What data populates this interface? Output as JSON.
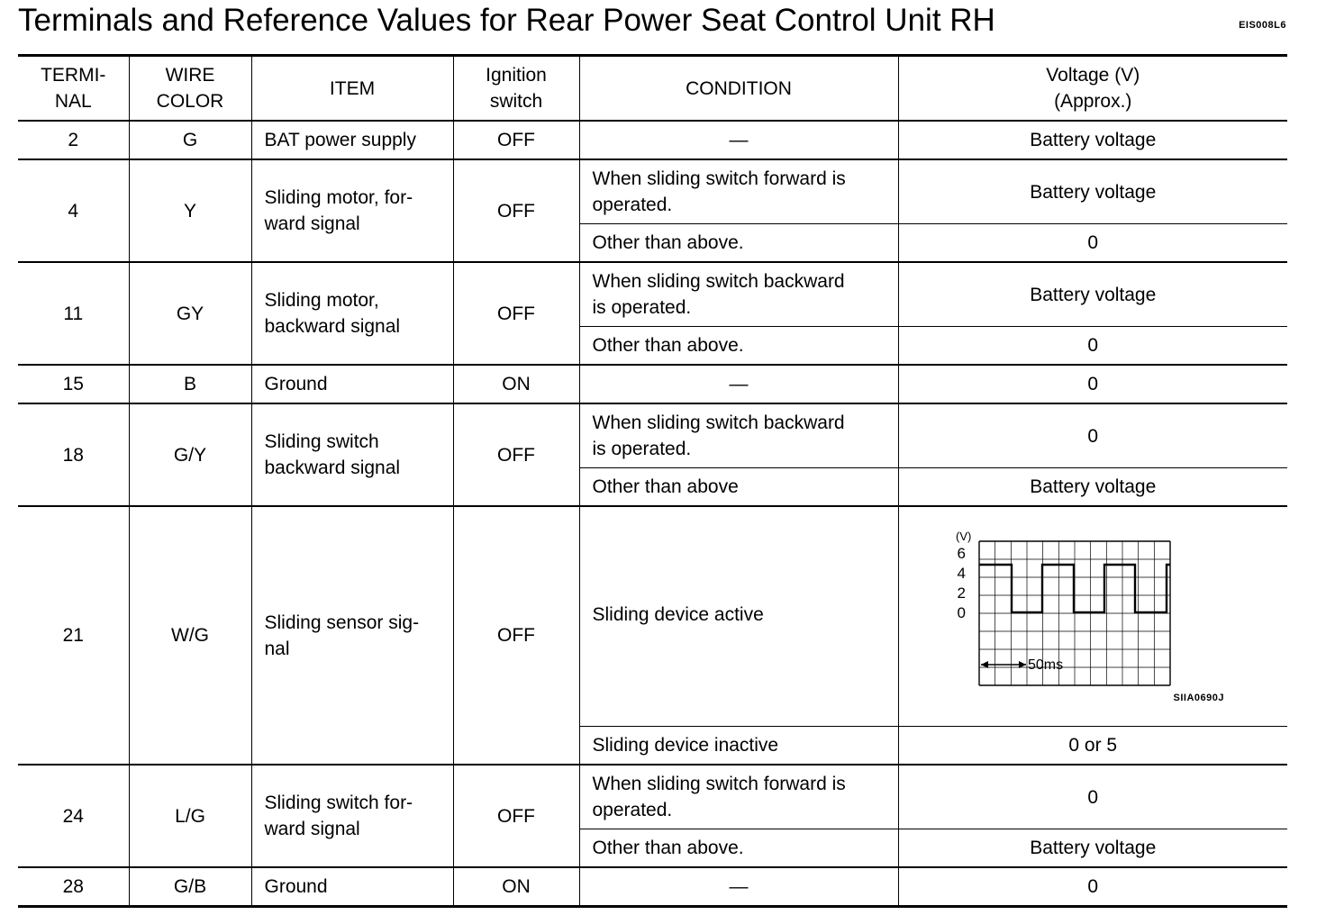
{
  "page": {
    "title": "Terminals and Reference Values for Rear Power Seat Control Unit RH",
    "code": "EIS008L6"
  },
  "table": {
    "headers": {
      "terminal": "TERMI-\nNAL",
      "wire_color": "WIRE\nCOLOR",
      "item": "ITEM",
      "ignition": "Ignition\nswitch",
      "condition": "CONDITION",
      "voltage": "Voltage (V)\n(Approx.)"
    },
    "rows": [
      {
        "terminal": "2",
        "wire": "G",
        "item": "BAT power supply",
        "ignition": "OFF",
        "conditions": [
          {
            "condition": "—",
            "voltage": "Battery voltage"
          }
        ]
      },
      {
        "terminal": "4",
        "wire": "Y",
        "item": "Sliding motor, for-\nward signal",
        "ignition": "OFF",
        "conditions": [
          {
            "condition": "When sliding switch forward is\noperated.",
            "voltage": "Battery voltage"
          },
          {
            "condition": "Other than above.",
            "voltage": "0"
          }
        ]
      },
      {
        "terminal": "11",
        "wire": "GY",
        "item": "Sliding motor,\nbackward signal",
        "ignition": "OFF",
        "conditions": [
          {
            "condition": "When sliding switch backward\nis operated.",
            "voltage": "Battery voltage"
          },
          {
            "condition": "Other than above.",
            "voltage": "0"
          }
        ]
      },
      {
        "terminal": "15",
        "wire": "B",
        "item": "Ground",
        "ignition": "ON",
        "conditions": [
          {
            "condition": "—",
            "voltage": "0"
          }
        ]
      },
      {
        "terminal": "18",
        "wire": "G/Y",
        "item": "Sliding switch\nbackward signal",
        "ignition": "OFF",
        "conditions": [
          {
            "condition": "When sliding switch backward\nis operated.",
            "voltage": "0"
          },
          {
            "condition": "Other than above",
            "voltage": "Battery voltage"
          }
        ]
      },
      {
        "terminal": "21",
        "wire": "W/G",
        "item": "Sliding sensor sig-\nnal",
        "ignition": "OFF",
        "conditions": [
          {
            "condition": "Sliding device active",
            "voltage": "",
            "figure": {
              "unit": "(V)",
              "y_ticks": [
                "6",
                "4",
                "2",
                "0"
              ],
              "time_label": "50ms",
              "code": "SIIA0690J"
            }
          },
          {
            "condition": "Sliding device inactive",
            "voltage": "0 or 5"
          }
        ]
      },
      {
        "terminal": "24",
        "wire": "L/G",
        "item": "Sliding switch for-\nward signal",
        "ignition": "OFF",
        "conditions": [
          {
            "condition": "When sliding switch forward is\noperated.",
            "voltage": "0"
          },
          {
            "condition": "Other than above.",
            "voltage": "Battery voltage"
          }
        ]
      },
      {
        "terminal": "28",
        "wire": "G/B",
        "item": "Ground",
        "ignition": "ON",
        "conditions": [
          {
            "condition": "—",
            "voltage": "0"
          }
        ]
      }
    ]
  }
}
